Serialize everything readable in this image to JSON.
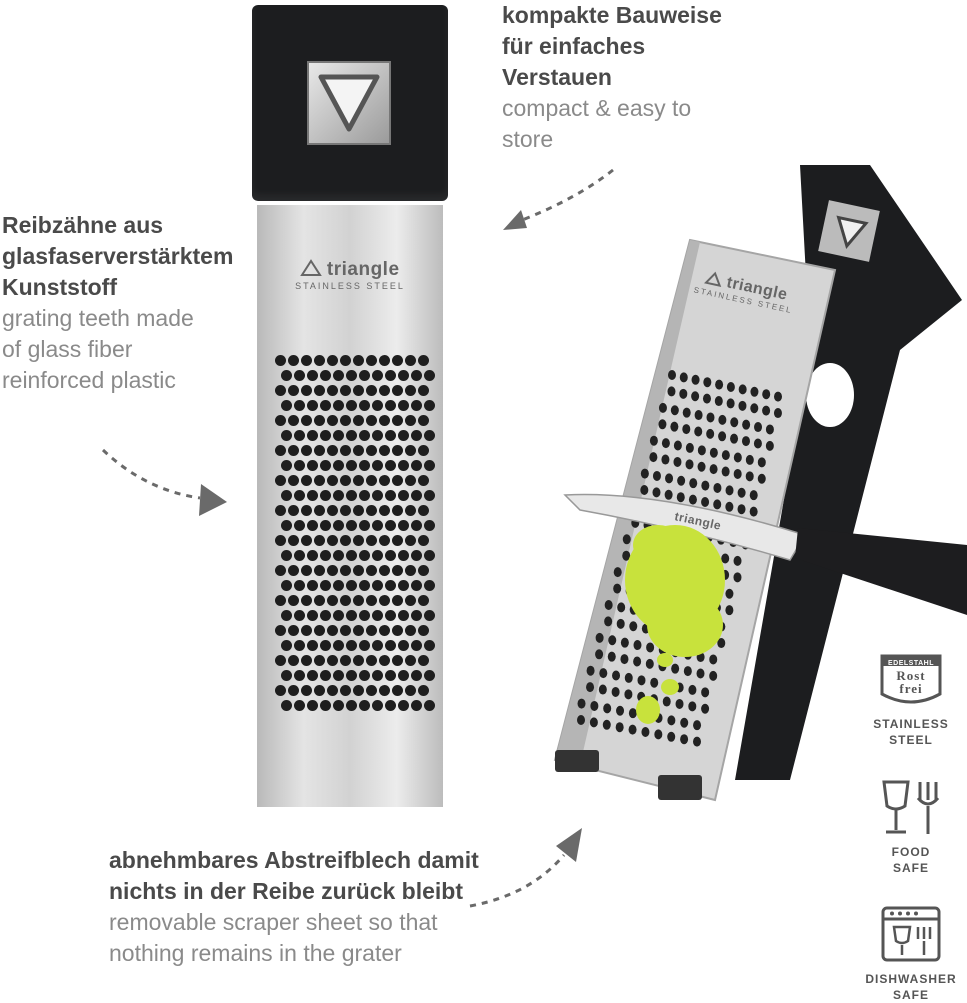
{
  "grater_left": {
    "brand": "triangle",
    "brand_sub": "STAINLESS STEEL"
  },
  "grater_right": {
    "brand": "triangle",
    "brand_sub": "STAINLESS STEEL",
    "scraper_brand": "triangle"
  },
  "labels": {
    "compact": {
      "de": [
        "kompakte Bauweise",
        "für einfaches",
        "Verstauen"
      ],
      "en": [
        "compact & easy to",
        "store"
      ]
    },
    "teeth": {
      "de": [
        "Reibzähne aus",
        "glasfaserverstärktem",
        "Kunststoff"
      ],
      "en": [
        "grating teeth made",
        "of glass fiber",
        "reinforced plastic"
      ]
    },
    "scraper": {
      "de": [
        "abnehmbares Abstreifblech damit",
        "nichts in der Reibe zurück bleibt"
      ],
      "en": [
        "removable scraper sheet so that",
        "nothing remains in the grater"
      ]
    }
  },
  "icons": {
    "stainless": {
      "badge_top": "EDELSTAHL",
      "badge_line1": "Rost",
      "badge_line2": "frei",
      "caption": [
        "STAINLESS",
        "STEEL"
      ]
    },
    "food": {
      "caption": [
        "FOOD",
        "SAFE"
      ]
    },
    "dishwasher": {
      "caption": [
        "DISHWASHER",
        "SAFE"
      ]
    }
  },
  "colors": {
    "cap_black": "#1c1d1f",
    "steel": "#d6d6d6",
    "cheese": "#c8e23c",
    "arrow": "#6a6a6a"
  }
}
